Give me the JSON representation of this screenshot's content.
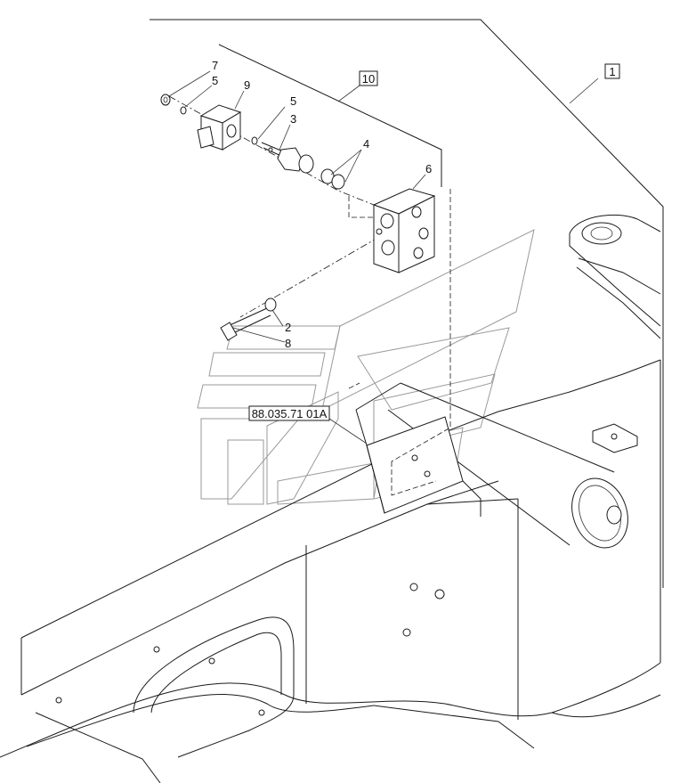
{
  "callouts": {
    "c1": "1",
    "c10": "10",
    "c7": "7",
    "c5a": "5",
    "c9": "9",
    "c5b": "5",
    "c3": "3",
    "c4": "4",
    "c6": "6",
    "c2": "2",
    "c8": "8"
  },
  "reference_label": "88.035.71 01A",
  "colors": {
    "line": "#1a1a1a",
    "watermark": "#9a9a9a",
    "background": "#ffffff"
  }
}
